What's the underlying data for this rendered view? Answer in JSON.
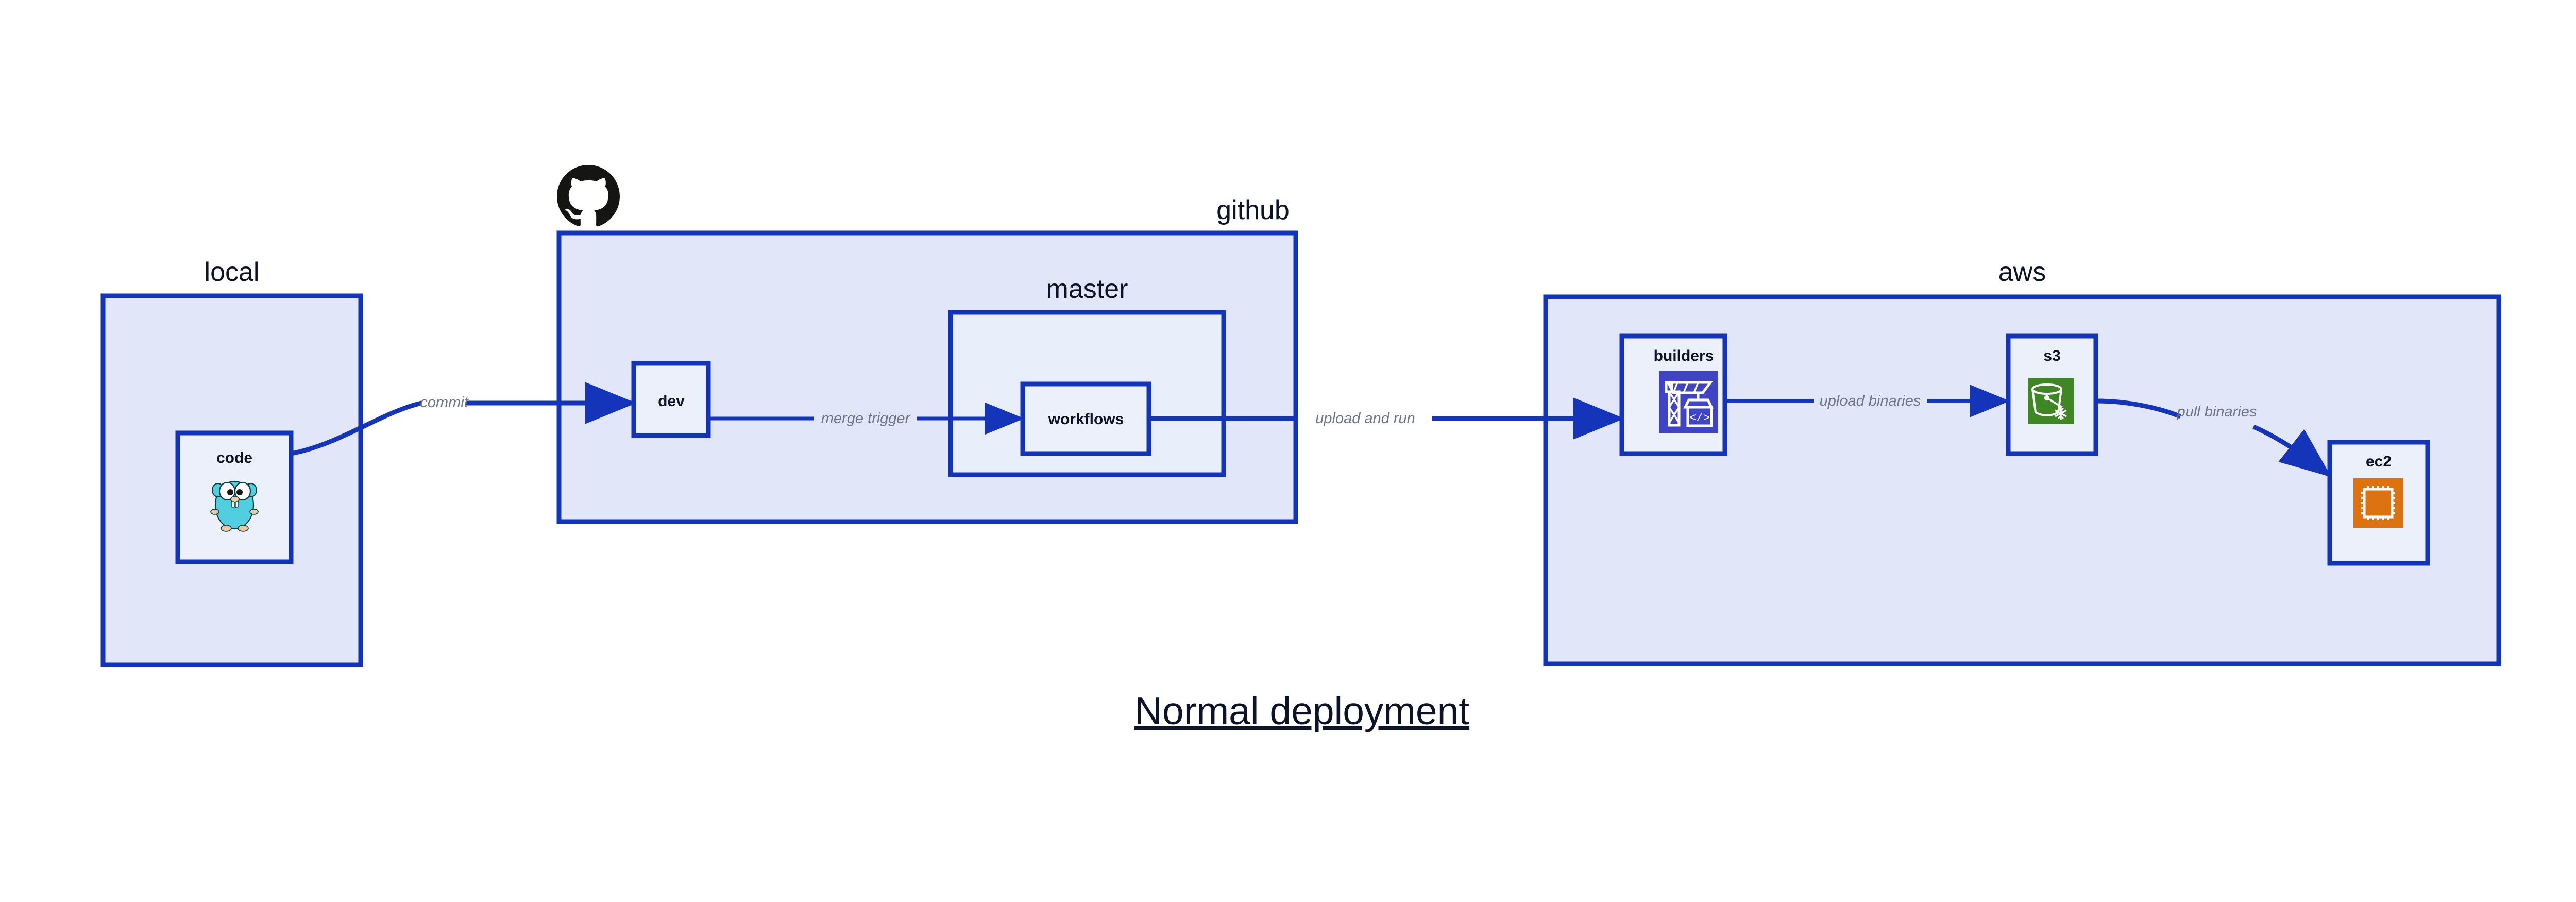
{
  "diagram": {
    "title": "Normal deployment",
    "colors": {
      "group_fill": "#e1e6f8",
      "subgroup_fill": "#e9eefb",
      "leaf_fill": "#ecf0fb",
      "border": "#1134bb",
      "edge": "#1434ba",
      "edge_label": "#6f7585",
      "text": "#0d1226",
      "codebuild_icon_bg": "#3e44c4",
      "s3_icon_bg": "#3f8624",
      "ec2_icon_bg": "#dd7211",
      "gopher_body": "#51cfe0",
      "github_logo": "#151513"
    },
    "groups": [
      {
        "id": "local",
        "label": "local"
      },
      {
        "id": "github",
        "label": "github"
      },
      {
        "id": "master",
        "label": "master"
      },
      {
        "id": "aws",
        "label": "aws"
      }
    ],
    "nodes": [
      {
        "id": "code",
        "label": "code",
        "icon": "go-gopher-icon"
      },
      {
        "id": "dev",
        "label": "dev",
        "icon": null
      },
      {
        "id": "workflows",
        "label": "workflows",
        "icon": null
      },
      {
        "id": "builders",
        "label": "builders",
        "icon": "aws-codebuild-icon"
      },
      {
        "id": "s3",
        "label": "s3",
        "icon": "aws-s3-glacier-icon"
      },
      {
        "id": "ec2",
        "label": "ec2",
        "icon": "aws-ec2-icon"
      }
    ],
    "edges": [
      {
        "id": "commit",
        "from": "code",
        "to": "dev",
        "label": "commit"
      },
      {
        "id": "merge-trigger",
        "from": "dev",
        "to": "workflows",
        "label": "merge trigger"
      },
      {
        "id": "upload-and-run",
        "from": "workflows",
        "to": "builders",
        "label": "upload and run"
      },
      {
        "id": "upload-binaries",
        "from": "builders",
        "to": "s3",
        "label": "upload binaries"
      },
      {
        "id": "pull-binaries",
        "from": "s3",
        "to": "ec2",
        "label": "pull binaries"
      }
    ],
    "logos": [
      {
        "id": "github-octocat",
        "name": "github-octocat-logo"
      }
    ]
  }
}
